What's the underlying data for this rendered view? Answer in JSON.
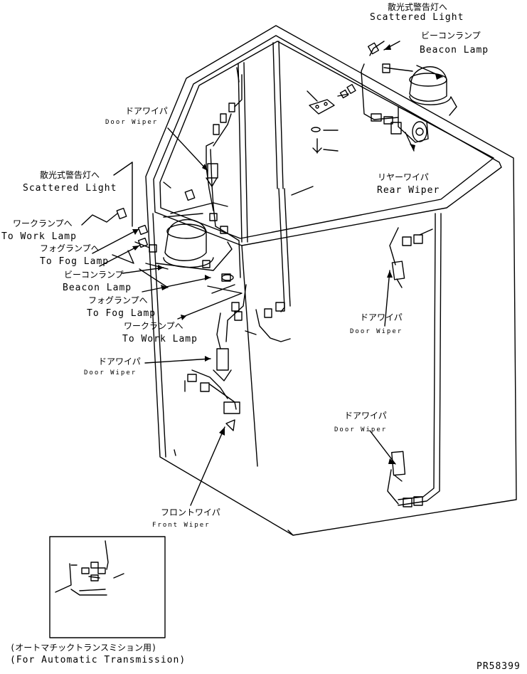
{
  "labels": {
    "scattered_light_top": {
      "jp": "散光式警告灯へ",
      "en": "Scattered Light"
    },
    "beacon_lamp_top": {
      "jp": "ビーコンランプ",
      "en": "Beacon Lamp"
    },
    "door_wiper_upper_left": {
      "jp": "ドアワイパ",
      "en": "Door Wiper"
    },
    "scattered_light_left": {
      "jp": "散光式警告灯へ",
      "en": "Scattered Light"
    },
    "rear_wiper": {
      "jp": "リヤーワイパ",
      "en": "Rear Wiper"
    },
    "work_lamp_upper": {
      "jp": "ワークランプへ",
      "en": "To Work Lamp"
    },
    "fog_lamp_upper": {
      "jp": "フォグランプへ",
      "en": "To Fog Lamp"
    },
    "beacon_lamp_left": {
      "jp": "ビーコンランプ",
      "en": "Beacon Lamp"
    },
    "fog_lamp_lower": {
      "jp": "フォグランプへ",
      "en": "To Fog Lamp"
    },
    "work_lamp_lower": {
      "jp": "ワークランプへ",
      "en": "To Work Lamp"
    },
    "door_wiper_right": {
      "jp": "ドアワイパ",
      "en": "Door Wiper"
    },
    "door_wiper_left": {
      "jp": "ドアワイパ",
      "en": "Door Wiper"
    },
    "door_wiper_lower_right": {
      "jp": "ドアワイパ",
      "en": "Door Wiper"
    },
    "front_wiper": {
      "jp": "フロントワイパ",
      "en": "Front Wiper"
    },
    "automatic_transmission": {
      "jp": "(オートマチックトランスミション用)",
      "en": "(For Automatic Transmission)"
    }
  },
  "reference": "PR58399"
}
